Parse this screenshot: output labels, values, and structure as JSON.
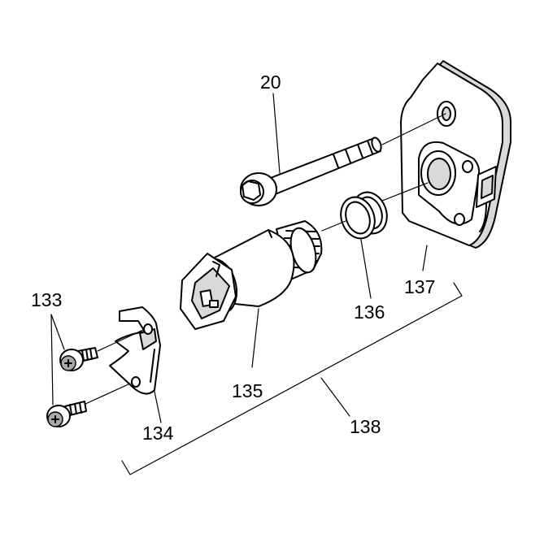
{
  "callouts": {
    "c20": "20",
    "c133": "133",
    "c134": "134",
    "c135": "135",
    "c136": "136",
    "c137": "137",
    "c138": "138"
  }
}
